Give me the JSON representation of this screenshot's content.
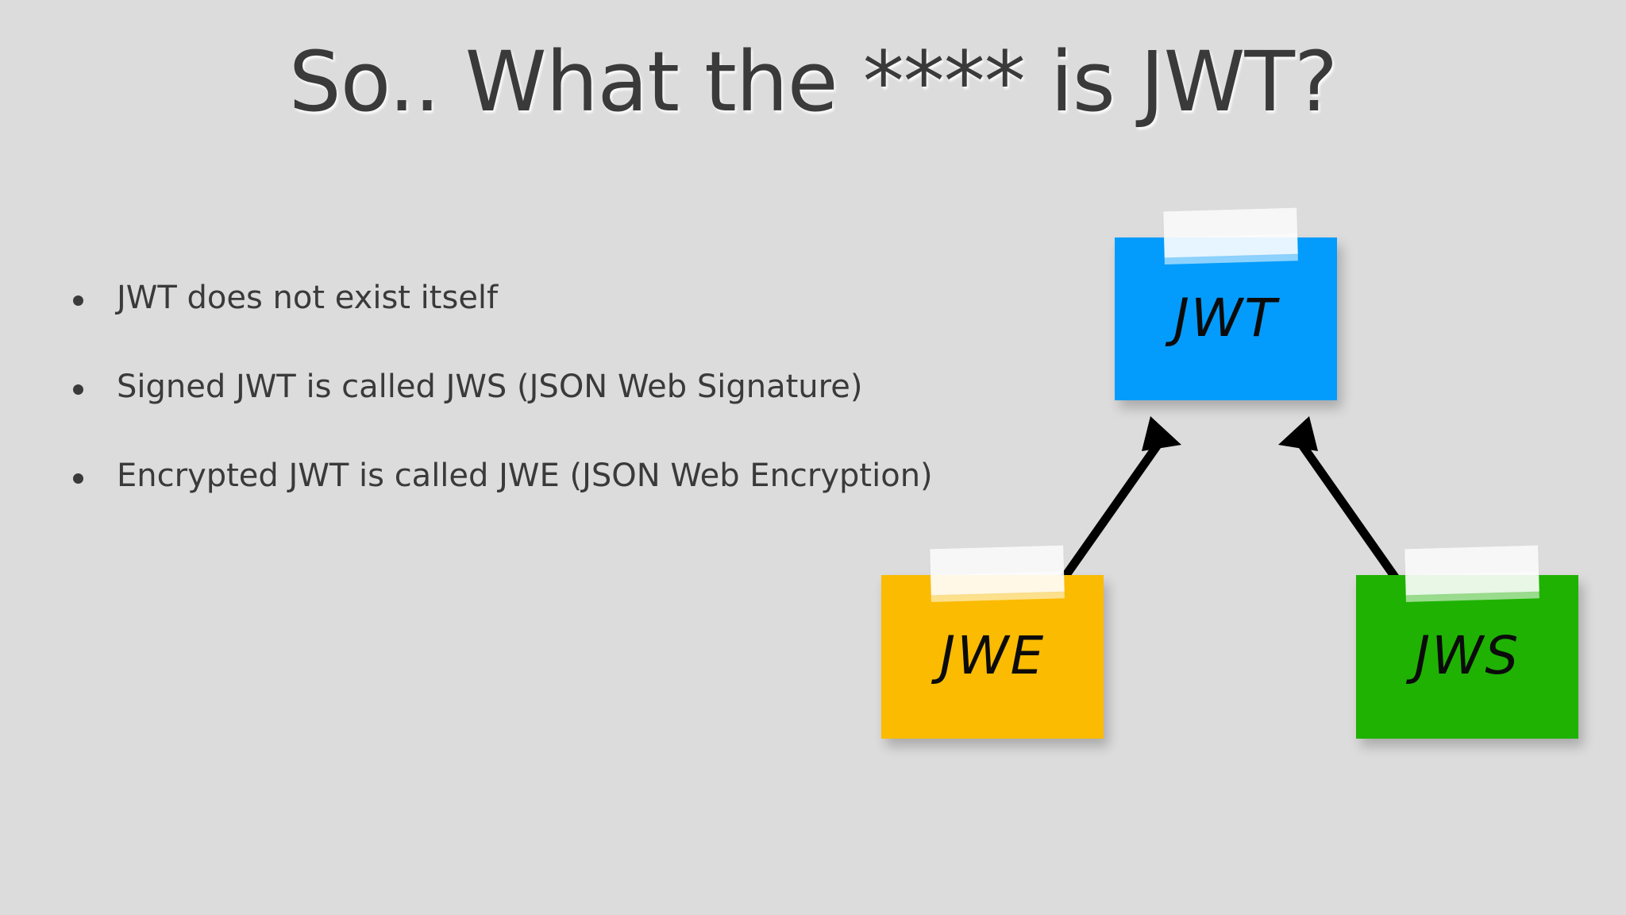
{
  "slide": {
    "title": "So.. What the **** is JWT?",
    "background_color": "#dcdcdc",
    "text_color": "#3a3a3a"
  },
  "bullets": [
    {
      "text": "JWT does not exist itself"
    },
    {
      "text": "Signed JWT is called JWS (JSON Web Signature)"
    },
    {
      "text": "Encrypted JWT is called JWE (JSON Web Encryption)"
    }
  ],
  "diagram": {
    "notes": [
      {
        "id": "jwt",
        "label": "JWT",
        "color": "#039cfc",
        "tape": "white-tape"
      },
      {
        "id": "jwe",
        "label": "JWE",
        "color": "#fabb00",
        "tape": "white-tape"
      },
      {
        "id": "jws",
        "label": "JWS",
        "color": "#1fb203",
        "tape": "white-tape"
      }
    ],
    "arrows": [
      {
        "from": "jwe",
        "to": "jwt",
        "direction": "up-right"
      },
      {
        "from": "jws",
        "to": "jwt",
        "direction": "up-left"
      }
    ],
    "arrow_color": "#000000"
  }
}
